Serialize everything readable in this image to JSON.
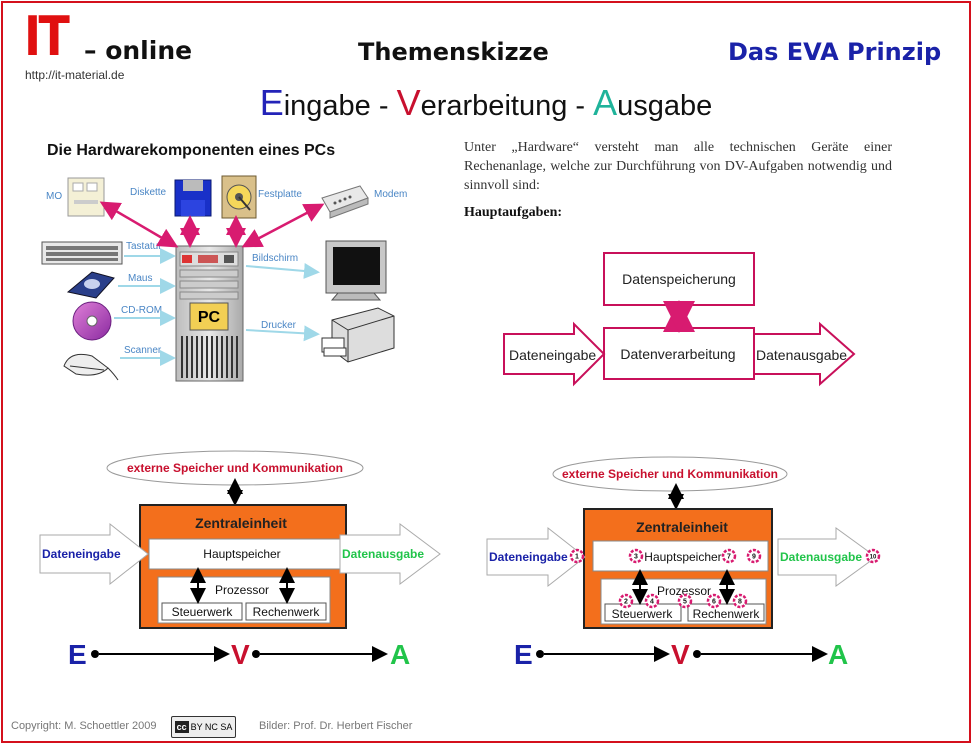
{
  "header": {
    "logo_it": "IT",
    "logo_online": "– online",
    "logo_url": "http://it-material.de",
    "center_title": "Themenskizze",
    "right_title": "Das EVA Prinzip",
    "eva": {
      "e_letter": "E",
      "e_rest": "ingabe",
      "sep1": " - ",
      "v_letter": "V",
      "v_rest": "erarbeitung",
      "sep2": " - ",
      "a_letter": "A",
      "a_rest": "usgabe",
      "colors": {
        "e": "#2323b8",
        "v": "#c8102e",
        "a": "#1fb39a"
      }
    }
  },
  "hardware": {
    "title": "Die Hardwarekomponenten eines PCs",
    "labels": {
      "mo": "MO",
      "diskette": "Diskette",
      "festplatte": "Festplatte",
      "modem": "Modem",
      "tastatur": "Tastatur",
      "maus": "Maus",
      "cdrom": "CD-ROM",
      "scanner": "Scanner",
      "bildschirm": "Bildschirm",
      "drucker": "Drucker",
      "pc": "PC"
    }
  },
  "description": {
    "text": "Unter „Hardware“ versteht man alle technischen Geräte einer Rechenanlage, welche zur Durchführung von DV-Aufgaben notwendig und sinnvoll sind:",
    "hauptaufgaben": "Hauptaufgaben:"
  },
  "flow": {
    "datenspeicherung": "Datenspeicherung",
    "dateneingabe": "Dateneingabe",
    "datenverarbeitung": "Datenverarbeitung",
    "datenausgabe": "Datenausgabe"
  },
  "diagram_left": {
    "externe": "externe Speicher und Kommunikation",
    "zentraleinheit": "Zentraleinheit",
    "hauptspeicher": "Hauptspeicher",
    "prozessor": "Prozessor",
    "steuerwerk": "Steuerwerk",
    "rechenwerk": "Rechenwerk",
    "dateneingabe": "Dateneingabe",
    "datenausgabe": "Datenausgabe",
    "e": "E",
    "v": "V",
    "a": "A"
  },
  "diagram_right": {
    "externe": "externe Speicher und Kommunikation",
    "zentraleinheit": "Zentraleinheit",
    "hauptspeicher": "Hauptspeicher",
    "prozessor": "Prozessor",
    "steuerwerk": "Steuerwerk",
    "rechenwerk": "Rechenwerk",
    "dateneingabe": "Dateneingabe",
    "datenausgabe": "Datenausgabe",
    "e": "E",
    "v": "V",
    "a": "A",
    "steps": [
      "1",
      "2",
      "3",
      "4",
      "5",
      "6",
      "7",
      "8",
      "9",
      "10"
    ]
  },
  "footer": {
    "copyright": "Copyright: M. Schoettler 2009",
    "cc_label": "cc",
    "cc_terms": "BY NC SA",
    "credits": "Bilder:  Prof. Dr. Herbert Fischer"
  },
  "colors": {
    "frame": "#d4101c",
    "orange": "#f36f1c",
    "magenta": "#d81b70",
    "blue": "#1a22a8",
    "green": "#21c44a"
  }
}
